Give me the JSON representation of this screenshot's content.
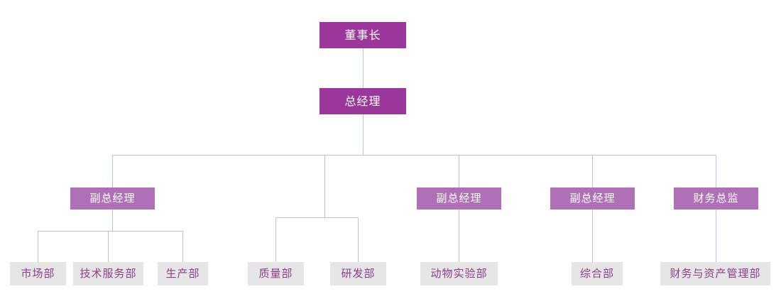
{
  "chart": {
    "type": "org-chart",
    "title": "",
    "colors": {
      "executive_fill": "#9b369b",
      "executive_text": "#ffffff",
      "vp_fill": "#b070b8",
      "vp_text": "#ffffff",
      "department_fill": "#e6e6e6",
      "department_text": "#8e3d8e",
      "connector": "#b9c6d3",
      "background": "#ffffff"
    },
    "nodes": {
      "chairman": {
        "label": "董事长",
        "level": 1
      },
      "general_manager": {
        "label": "总经理",
        "level": 2
      },
      "vp1": {
        "label": "副总经理",
        "level": 3
      },
      "vp2": {
        "label": "副总经理",
        "level": 3
      },
      "vp3": {
        "label": "副总经理",
        "level": 3
      },
      "cfo": {
        "label": "财务总监",
        "level": 3
      },
      "dept_marketing": {
        "label": "市场部",
        "level": 4
      },
      "dept_tech_service": {
        "label": "技术服务部",
        "level": 4
      },
      "dept_production": {
        "label": "生产部",
        "level": 4
      },
      "dept_quality": {
        "label": "质量部",
        "level": 4
      },
      "dept_rnd": {
        "label": "研发部",
        "level": 4
      },
      "dept_animal_lab": {
        "label": "动物实验部",
        "level": 4
      },
      "dept_general_affairs": {
        "label": "综合部",
        "level": 4
      },
      "dept_finance_asset": {
        "label": "财务与资产管理部",
        "level": 4
      }
    },
    "edges": [
      {
        "from": "chairman",
        "to": "general_manager"
      },
      {
        "from": "general_manager",
        "to": "vp1"
      },
      {
        "from": "general_manager",
        "to": "vp2"
      },
      {
        "from": "general_manager",
        "to": "vp3"
      },
      {
        "from": "general_manager",
        "to": "cfo"
      },
      {
        "from": "general_manager",
        "to": "dept_quality"
      },
      {
        "from": "general_manager",
        "to": "dept_rnd"
      },
      {
        "from": "vp1",
        "to": "dept_marketing"
      },
      {
        "from": "vp1",
        "to": "dept_tech_service"
      },
      {
        "from": "vp1",
        "to": "dept_production"
      },
      {
        "from": "vp2",
        "to": "dept_animal_lab"
      },
      {
        "from": "vp3",
        "to": "dept_general_affairs"
      },
      {
        "from": "cfo",
        "to": "dept_finance_asset"
      }
    ]
  }
}
